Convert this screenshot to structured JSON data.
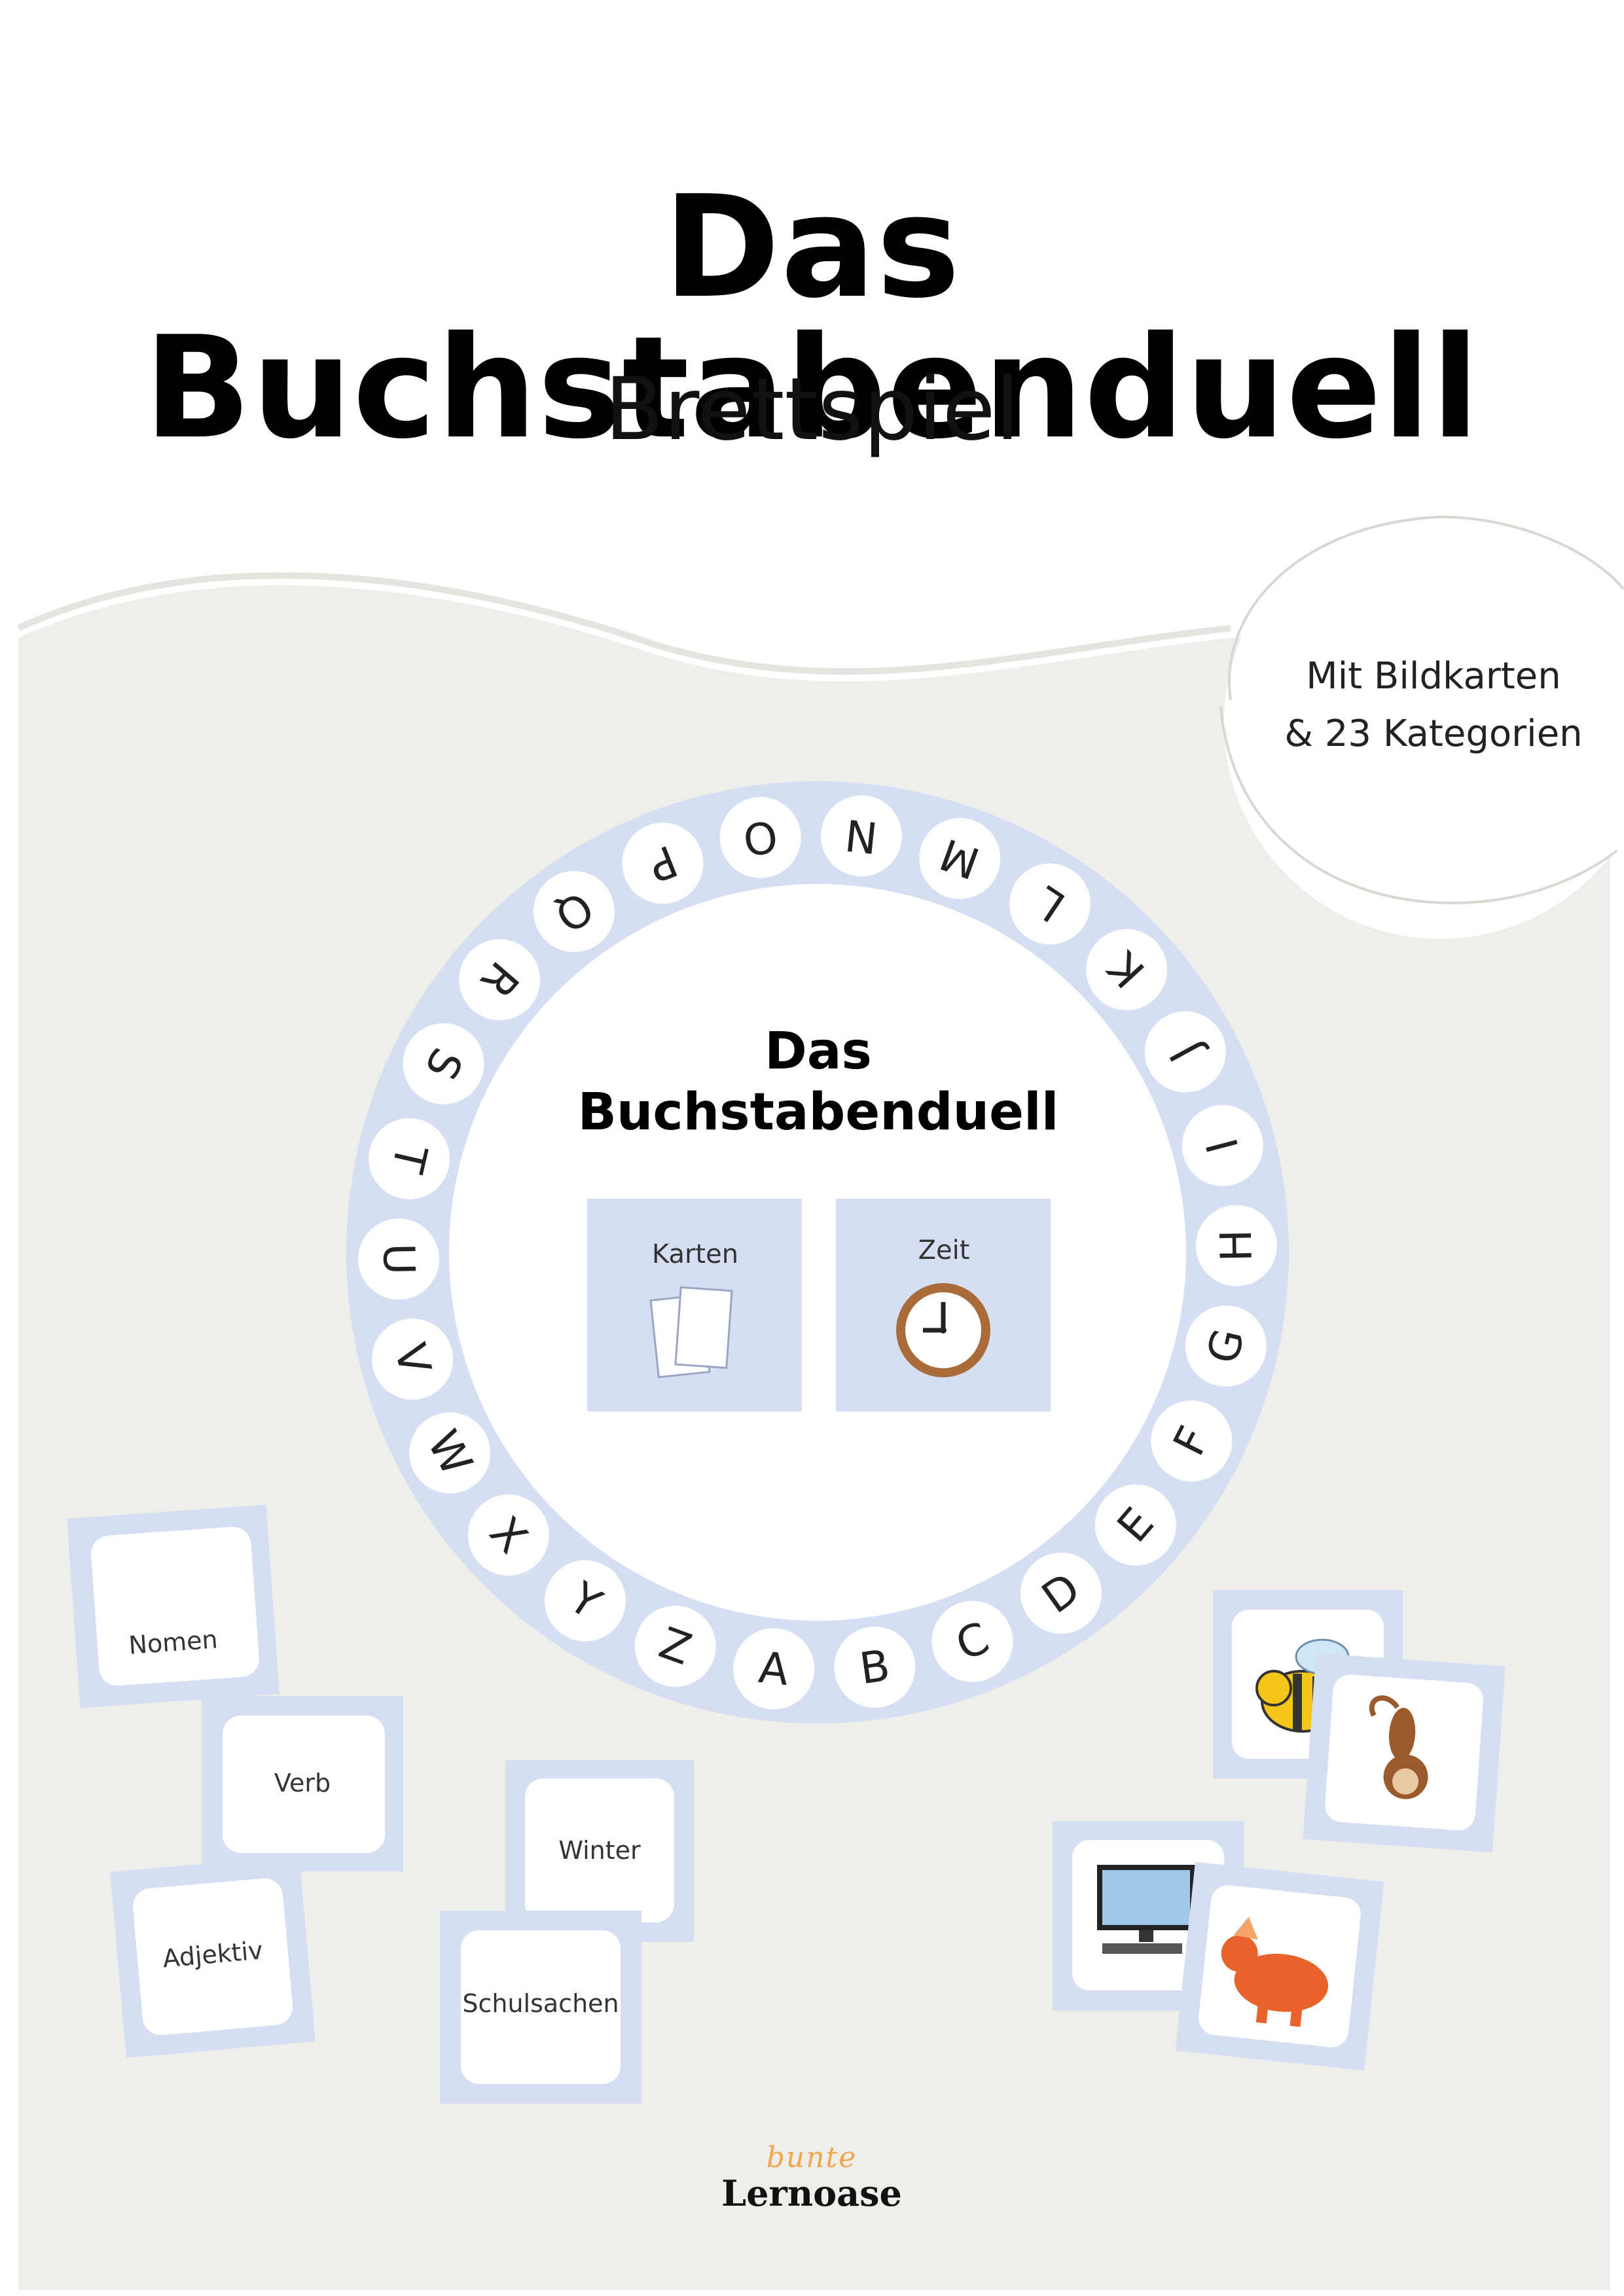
{
  "header": {
    "title": "Das Buchstabenduell",
    "subtitle": "Brettspiel"
  },
  "badge": {
    "line1": "Mit Bildkarten",
    "line2": "& 23 Kategorien"
  },
  "board": {
    "title_line1": "Das",
    "title_line2": "Buchstabenduell",
    "letters": [
      "A",
      "B",
      "C",
      "D",
      "E",
      "F",
      "G",
      "H",
      "I",
      "J",
      "K",
      "L",
      "M",
      "N",
      "O",
      "P",
      "Q",
      "R",
      "S",
      "T",
      "U",
      "V",
      "W",
      "X",
      "Y",
      "Z"
    ],
    "tiles": [
      {
        "label": "Karten",
        "icon": "cards-icon"
      },
      {
        "label": "Zeit",
        "icon": "clock-icon"
      }
    ]
  },
  "word_cards": [
    "Nomen",
    "Verb",
    "Adjektiv",
    "Winter",
    "Schulsachen"
  ],
  "picture_cards": [
    "bee-icon",
    "monkey-icon",
    "computer-icon",
    "dinosaur-icon"
  ],
  "logo": {
    "top": "bunte",
    "bottom": "Lernoase"
  },
  "colors": {
    "background_band": "#efeeea",
    "ring": "#d6def3",
    "card_frame": "#d6def3",
    "tile": "#d6def3"
  }
}
